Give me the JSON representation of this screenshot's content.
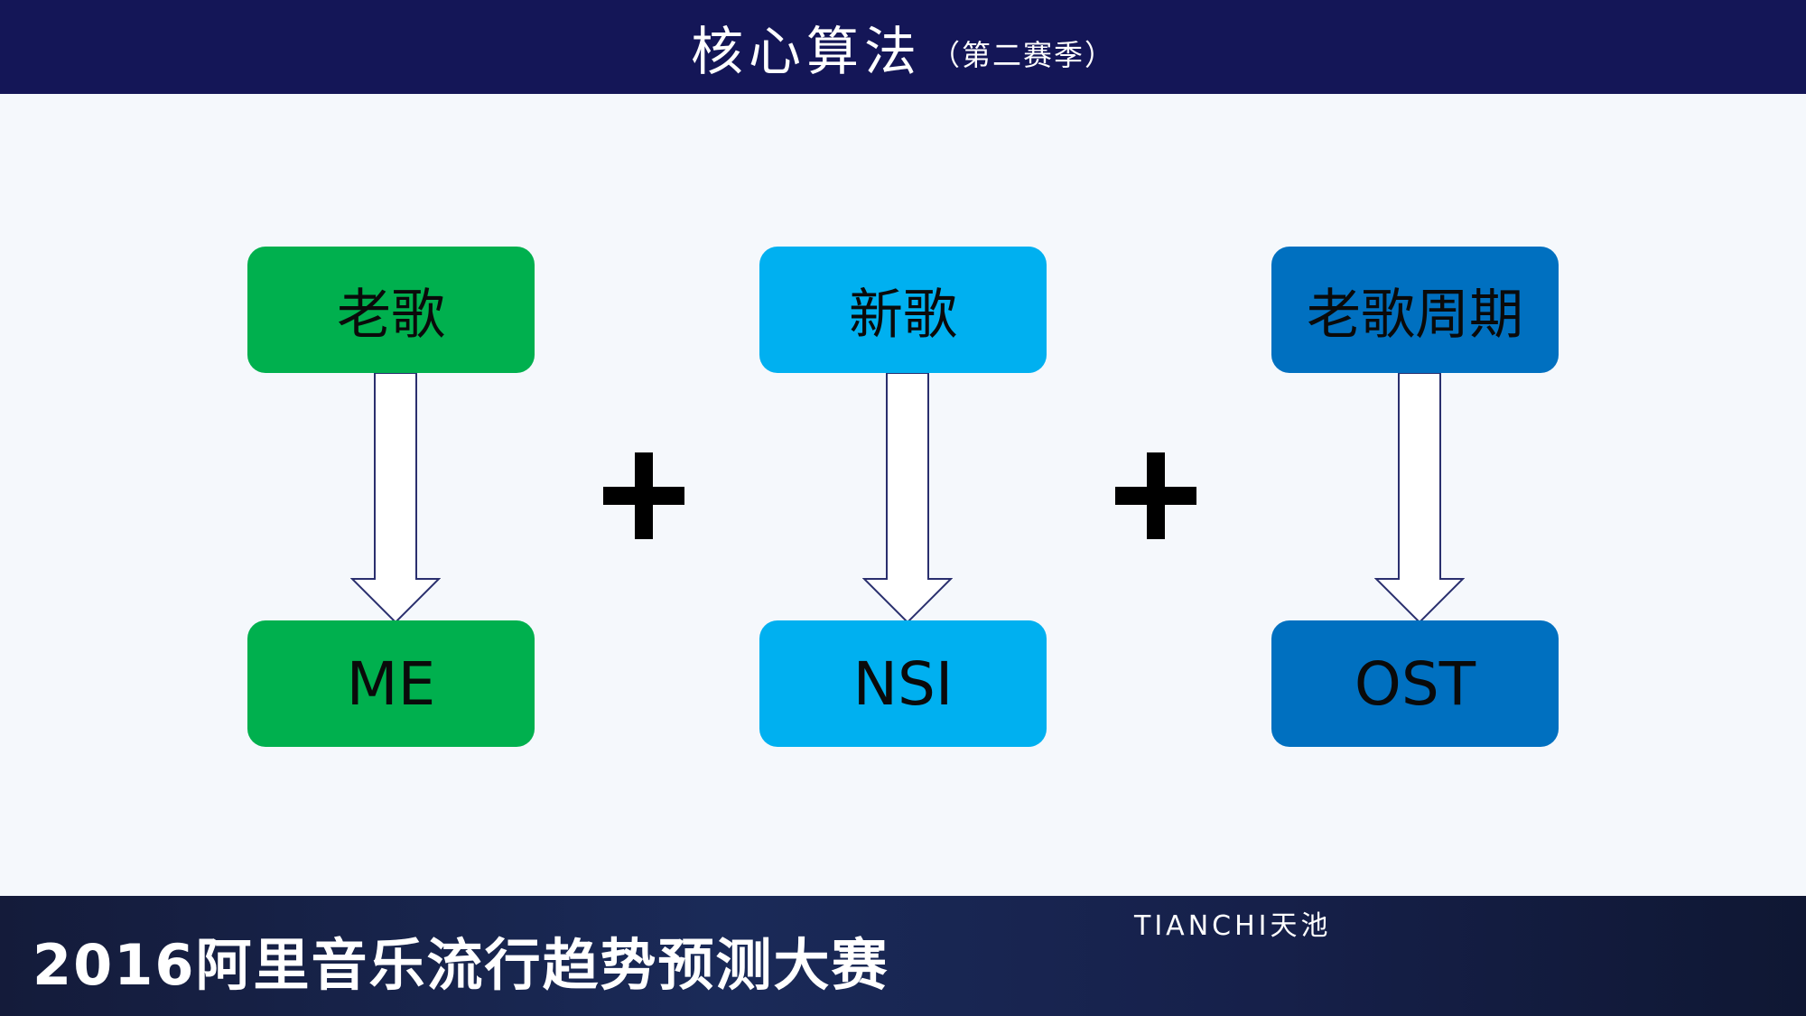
{
  "header": {
    "title": "核心算法",
    "subtitle": "（第二赛季）"
  },
  "diagram": {
    "columns": [
      {
        "top_label": "老歌",
        "bottom_label": "ME",
        "color": "#00b04e"
      },
      {
        "top_label": "新歌",
        "bottom_label": "NSI",
        "color": "#00b0f0"
      },
      {
        "top_label": "老歌周期",
        "bottom_label": "OST",
        "color": "#0070c0"
      }
    ],
    "operators": [
      "+",
      "+"
    ]
  },
  "footer": {
    "contest_title": "2016阿里音乐流行趋势预测大赛",
    "brand": "TIANCHI天池"
  },
  "colors": {
    "header_bg": "#141657",
    "background": "#f5f8fc",
    "arrow_stroke": "#2a2f6e"
  }
}
